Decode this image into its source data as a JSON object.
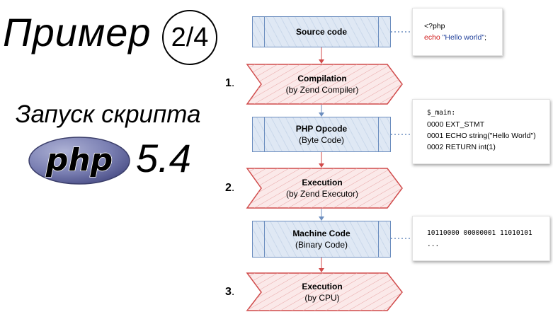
{
  "title": "Пример",
  "slide_counter": "2/4",
  "subtitle": "Запуск скрипта",
  "logo_text": "php",
  "version": "5.4",
  "steps": [
    {
      "number": "1",
      "dot": "."
    },
    {
      "number": "2",
      "dot": "."
    },
    {
      "number": "3",
      "dot": "."
    }
  ],
  "boxes": {
    "source": {
      "title": "Source code"
    },
    "opcode": {
      "title": "PHP Opcode",
      "subtitle": "(Byte Code)"
    },
    "machine": {
      "title": "Machine Code",
      "subtitle": "(Binary Code)"
    }
  },
  "chevrons": {
    "compilation": {
      "title": "Compilation",
      "subtitle": "(by Zend Compiler)"
    },
    "execution_zend": {
      "title": "Execution",
      "subtitle": "(by Zend Executor)"
    },
    "execution_cpu": {
      "title": "Execution",
      "subtitle": "(by CPU)"
    }
  },
  "notes": {
    "source": {
      "line1": "<?php",
      "keyword": "echo",
      "string": "\"Hello world\"",
      "semicolon": ";"
    },
    "opcode": {
      "lines": [
        "$_main:",
        "0000 EXT_STMT",
        "0001 ECHO string(\"Hello World\")",
        "0002 RETURN int(1)"
      ]
    },
    "machine": {
      "lines": [
        "10110000 00000001 11010101",
        "..."
      ]
    }
  },
  "colors": {
    "box_border": "#6c8ebf",
    "box_fill": "#dfe8f4",
    "chevron_border": "#d04a4a",
    "chevron_fill": "#fbe9e9",
    "logo_fill": "#7b80b3"
  }
}
